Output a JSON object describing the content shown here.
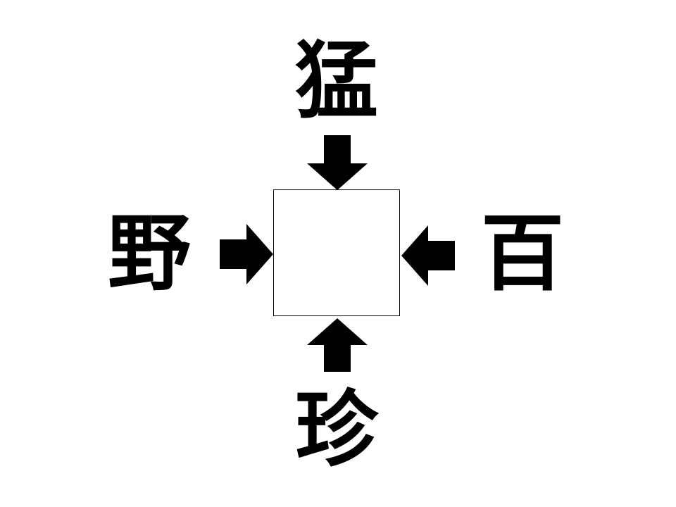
{
  "puzzle": {
    "top": "猛",
    "left": "野",
    "right": "百",
    "bottom": "珍",
    "answer": ""
  },
  "colors": {
    "ink": "#000000",
    "background": "#ffffff"
  },
  "icons": {
    "top_arrow": "arrow-down-icon",
    "left_arrow": "arrow-right-icon",
    "right_arrow": "arrow-left-icon",
    "bottom_arrow": "arrow-up-icon"
  }
}
